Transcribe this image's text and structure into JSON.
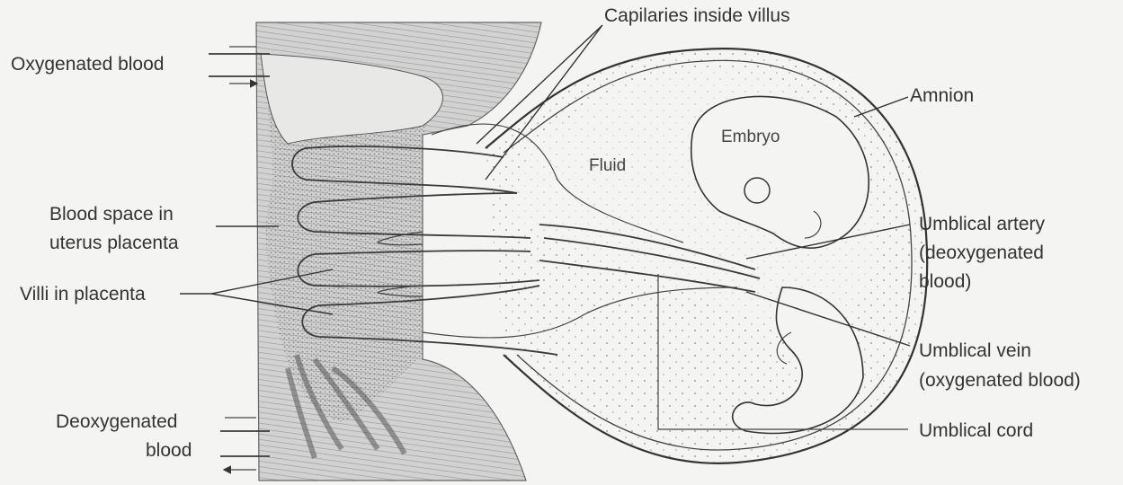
{
  "labels": {
    "oxygenated_blood": "Oxygenated blood",
    "capillaries": "Capilaries inside villus",
    "amnion": "Amnion",
    "embryo": "Embryo",
    "fluid": "Fluid",
    "blood_space_1": "Blood space in",
    "blood_space_2": "uterus placenta",
    "villi": "Villi in placenta",
    "artery_1": "Umblical artery",
    "artery_2": "(deoxygenated",
    "artery_3": "blood)",
    "vein_1": "Umblical vein",
    "vein_2": "(oxygenated blood)",
    "cord": "Umblical cord",
    "deoxy_1": "Deoxygenated",
    "deoxy_2": "blood"
  },
  "colors": {
    "ink": "#333333",
    "paper": "#f4f4f2",
    "uterus_fill": "#cfcfcf"
  }
}
